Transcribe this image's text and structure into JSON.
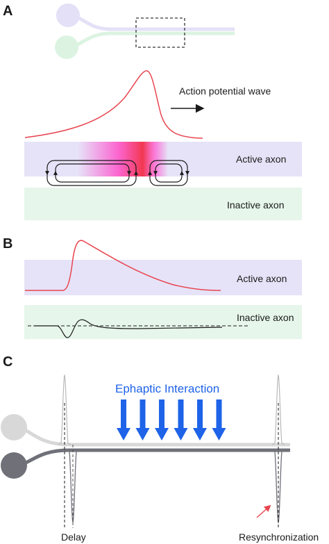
{
  "panels": {
    "a": {
      "letter": "A",
      "wave_label": "Action potential wave",
      "active_label": "Active axon",
      "inactive_label": "Inactive axon"
    },
    "b": {
      "letter": "B",
      "active_label": "Active axon",
      "inactive_label": "Inactive axon"
    },
    "c": {
      "letter": "C",
      "interaction_label": "Ephaptic Interaction",
      "delay_label": "Delay",
      "resync_label": "Resynchronization"
    }
  },
  "colors": {
    "active_band": "#e6e3f8",
    "inactive_band": "#e6f6ea",
    "spike": "#e8454f",
    "arrow_blue": "#1e63e8",
    "upper_neuron": "#d8d8d8",
    "lower_neuron": "#6f7078",
    "neuron_a_top": "#e3e0f7",
    "neuron_a_bottom": "#dcf3e2"
  },
  "icons": {
    "direction_arrow": "right-arrow-icon",
    "ephaptic_arrows": "down-arrow-icon",
    "resync_pointer": "diagonal-arrow-icon"
  },
  "ephaptic_arrow_count": 6
}
